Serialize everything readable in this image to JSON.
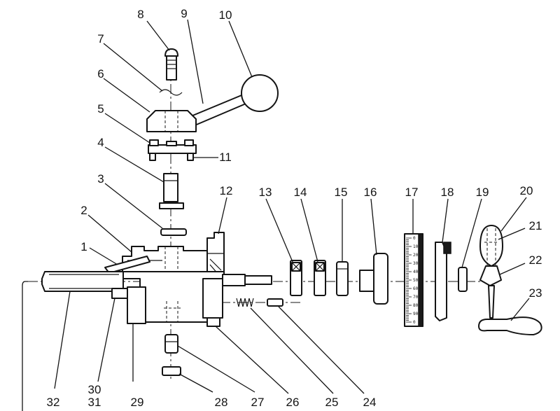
{
  "diagram": {
    "labels": [
      {
        "id": "p1",
        "text": "1"
      },
      {
        "id": "p2",
        "text": "2"
      },
      {
        "id": "p3",
        "text": "3"
      },
      {
        "id": "p4",
        "text": "4"
      },
      {
        "id": "p5",
        "text": "5"
      },
      {
        "id": "p6",
        "text": "6"
      },
      {
        "id": "p7",
        "text": "7"
      },
      {
        "id": "p8",
        "text": "8"
      },
      {
        "id": "p9",
        "text": "9"
      },
      {
        "id": "p10",
        "text": "10"
      },
      {
        "id": "p11",
        "text": "11"
      },
      {
        "id": "p12",
        "text": "12"
      },
      {
        "id": "p13",
        "text": "13"
      },
      {
        "id": "p14",
        "text": "14"
      },
      {
        "id": "p15",
        "text": "15"
      },
      {
        "id": "p16",
        "text": "16"
      },
      {
        "id": "p17",
        "text": "17"
      },
      {
        "id": "p18",
        "text": "18"
      },
      {
        "id": "p19",
        "text": "19"
      },
      {
        "id": "p20",
        "text": "20"
      },
      {
        "id": "p21",
        "text": "21"
      },
      {
        "id": "p22",
        "text": "22"
      },
      {
        "id": "p23",
        "text": "23"
      },
      {
        "id": "p24",
        "text": "24"
      },
      {
        "id": "p25",
        "text": "25"
      },
      {
        "id": "p26",
        "text": "26"
      },
      {
        "id": "p27",
        "text": "27"
      },
      {
        "id": "p28",
        "text": "28"
      },
      {
        "id": "p29",
        "text": "29"
      },
      {
        "id": "p30",
        "text": "30"
      },
      {
        "id": "p31",
        "text": "31"
      },
      {
        "id": "p32",
        "text": "32"
      }
    ],
    "dial_marks": [
      "0",
      "10",
      "20",
      "30",
      "40",
      "50",
      "60",
      "70",
      "80",
      "90",
      "0"
    ]
  }
}
